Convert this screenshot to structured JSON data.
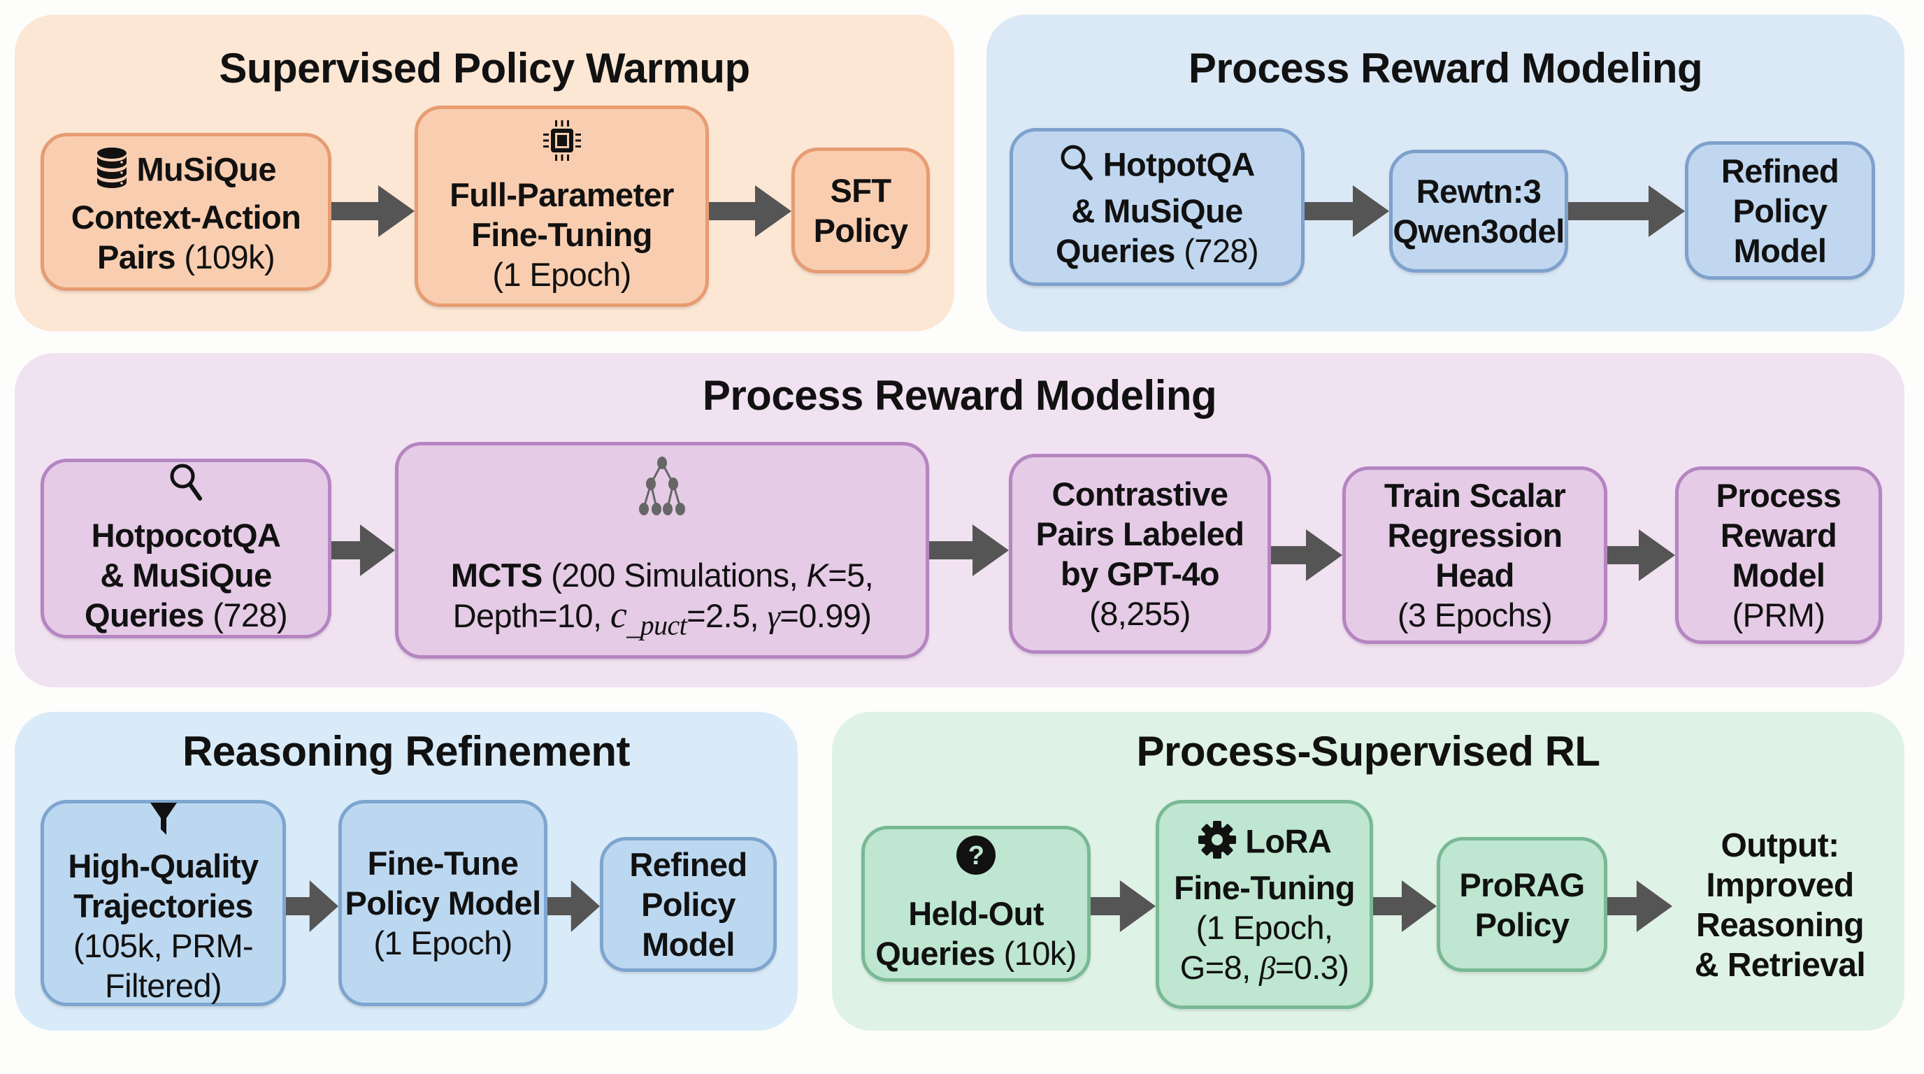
{
  "diagram": {
    "colors": {
      "arrow": "#555555",
      "orange": "#f9ceb0",
      "blue": "#c0d7ef",
      "purple": "#e5cbe6",
      "light_blue": "#bcd8f1",
      "green": "#bee6d0"
    },
    "panels": {
      "warmup": {
        "title": "Supervised Policy Warmup",
        "boxes": [
          {
            "icon": "database-icon",
            "lines": [
              {
                "bold": "MuSiQue"
              },
              {
                "bold": "Context-Action"
              },
              {
                "bold": "Pairs",
                "normal": " (109k)"
              }
            ]
          },
          {
            "icon": "cpu-chip-icon",
            "lines": [
              {
                "bold": "Full-Parameter"
              },
              {
                "bold": "Fine-Tuning"
              },
              {
                "normal": "(1 Epoch)"
              }
            ]
          },
          {
            "lines": [
              {
                "bold": "SFT"
              },
              {
                "bold": "Policy"
              }
            ]
          }
        ]
      },
      "prm_top": {
        "title": "Process Reward Modeling",
        "boxes": [
          {
            "icon": "search-icon",
            "lines": [
              {
                "bold": "HotpotQA"
              },
              {
                "bold": "& MuSiQue"
              },
              {
                "bold": "Queries",
                "normal": " (728)"
              }
            ]
          },
          {
            "lines": [
              {
                "bold": "Rewtn:3"
              },
              {
                "bold": "Qwen3odel"
              }
            ]
          },
          {
            "lines": [
              {
                "bold": "Refined"
              },
              {
                "bold": "Policy"
              },
              {
                "bold": "Model"
              }
            ]
          }
        ]
      },
      "prm_middle": {
        "title": "Process Reward Modeling",
        "boxes": [
          {
            "icon": "search-icon",
            "lines": [
              {
                "bold": "HotpocotQA"
              },
              {
                "bold": "& MuSiQue"
              },
              {
                "bold": "Queries",
                "normal": " (728)"
              }
            ]
          },
          {
            "icon": "tree-icon",
            "line1_bold": "MCTS",
            "line1_normal": " (200 Simulations, ",
            "line1_k": "K",
            "line1_tail": "=5,",
            "line2_a": "Depth=10, ",
            "line2_c": "c",
            "line2_sub": "_puct",
            "line2_b": "=2.5, ",
            "line2_gamma": "γ",
            "line2_tail": "=0.99)"
          },
          {
            "lines": [
              {
                "bold": "Contrastive"
              },
              {
                "bold": "Pairs Labeled"
              },
              {
                "bold": "by GPT-4o"
              },
              {
                "normal": "(8,255)"
              }
            ]
          },
          {
            "lines": [
              {
                "bold": "Train Scalar"
              },
              {
                "bold": "Regression"
              },
              {
                "bold": "Head"
              },
              {
                "normal": "(3 Epochs)"
              }
            ]
          },
          {
            "lines": [
              {
                "bold": "Process"
              },
              {
                "bold": "Reward"
              },
              {
                "bold": "Model"
              },
              {
                "normal": "(PRM)"
              }
            ]
          }
        ]
      },
      "refinement": {
        "title": "Reasoning Refinement",
        "boxes": [
          {
            "icon": "filter-icon",
            "lines": [
              {
                "bold": "High-Quality"
              },
              {
                "bold": "Trajectories"
              },
              {
                "normal": "(105k, PRM-"
              },
              {
                "normal": "Filtered)"
              }
            ]
          },
          {
            "lines": [
              {
                "bold": "Fine-Tune"
              },
              {
                "bold": "Policy Model"
              },
              {
                "normal": "(1 Epoch)"
              }
            ]
          },
          {
            "lines": [
              {
                "bold": "Refined"
              },
              {
                "bold": "Policy"
              },
              {
                "bold": "Model"
              }
            ]
          }
        ]
      },
      "rl": {
        "title": "Process-Supervised RL",
        "boxes": [
          {
            "icon": "question-circle-icon",
            "lines": [
              {
                "bold": "Held-Out"
              },
              {
                "bold": "Queries",
                "normal": " (10k)"
              }
            ]
          },
          {
            "icon": "gear-icon",
            "head": "LoRA",
            "lines": [
              {
                "bold": "Fine-Tuning"
              },
              {
                "normal": "(1 Epoch,"
              }
            ],
            "line_last_a": "G=8, ",
            "line_last_beta": "β",
            "line_last_b": "=0.3)"
          },
          {
            "lines": [
              {
                "bold": "ProRAG"
              },
              {
                "bold": "Policy"
              }
            ]
          }
        ],
        "output": [
          "Output:",
          "Improved",
          "Reasoning",
          "& Retrieval"
        ]
      }
    }
  }
}
